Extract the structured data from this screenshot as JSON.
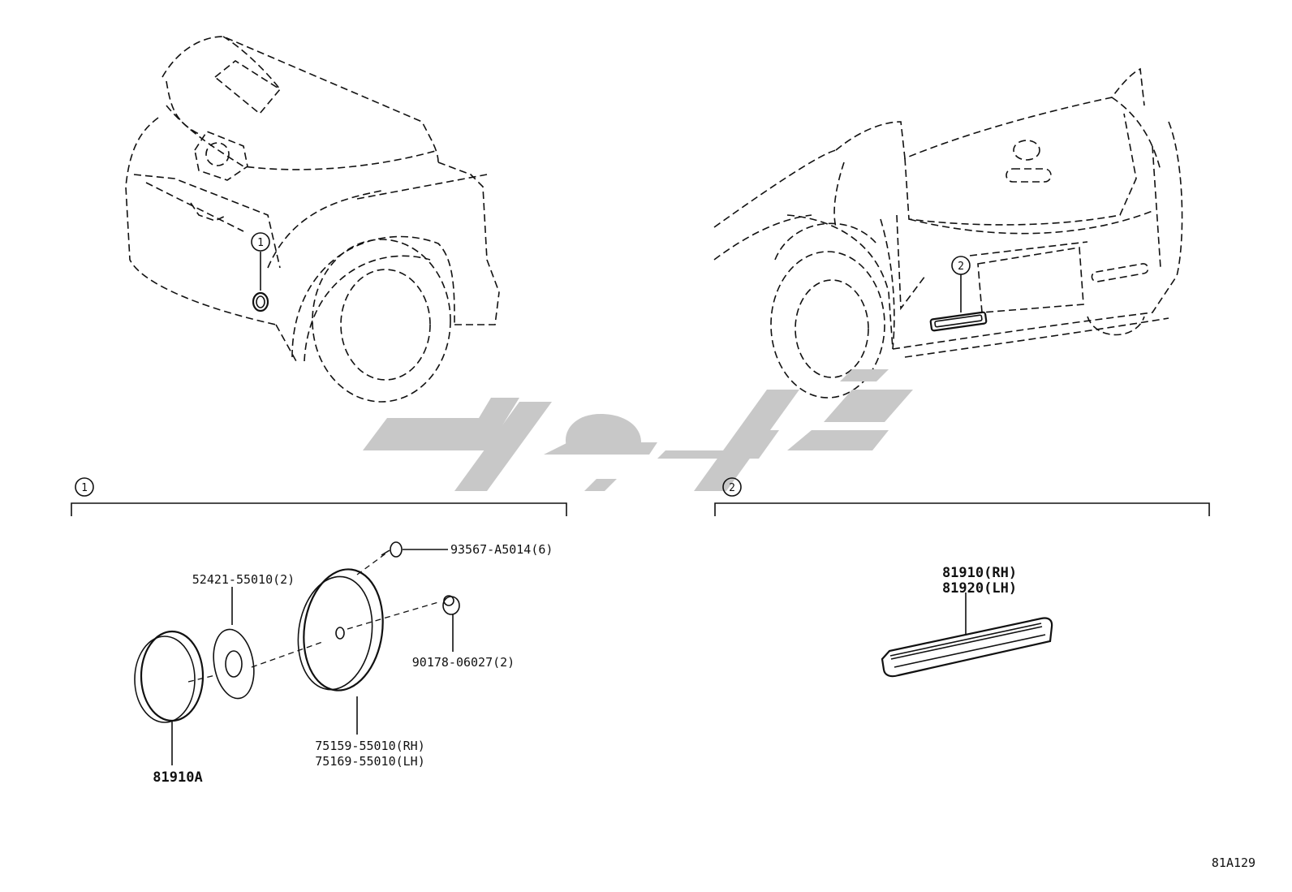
{
  "callouts": {
    "one": "1",
    "two": "2"
  },
  "group1": {
    "marker": "1",
    "parts": {
      "bolt": "93567-A5014(6)",
      "washer": "52421-55010(2)",
      "clip": "90178-06027(2)",
      "emblem_rh": "75159-55010(RH)",
      "emblem_lh": "75169-55010(LH)",
      "reflector": "81910A"
    }
  },
  "group2": {
    "marker": "2",
    "parts": {
      "reflector_rh": "81910(RH)",
      "reflector_lh": "81920(LH)"
    }
  },
  "diagram_code": "81A129"
}
